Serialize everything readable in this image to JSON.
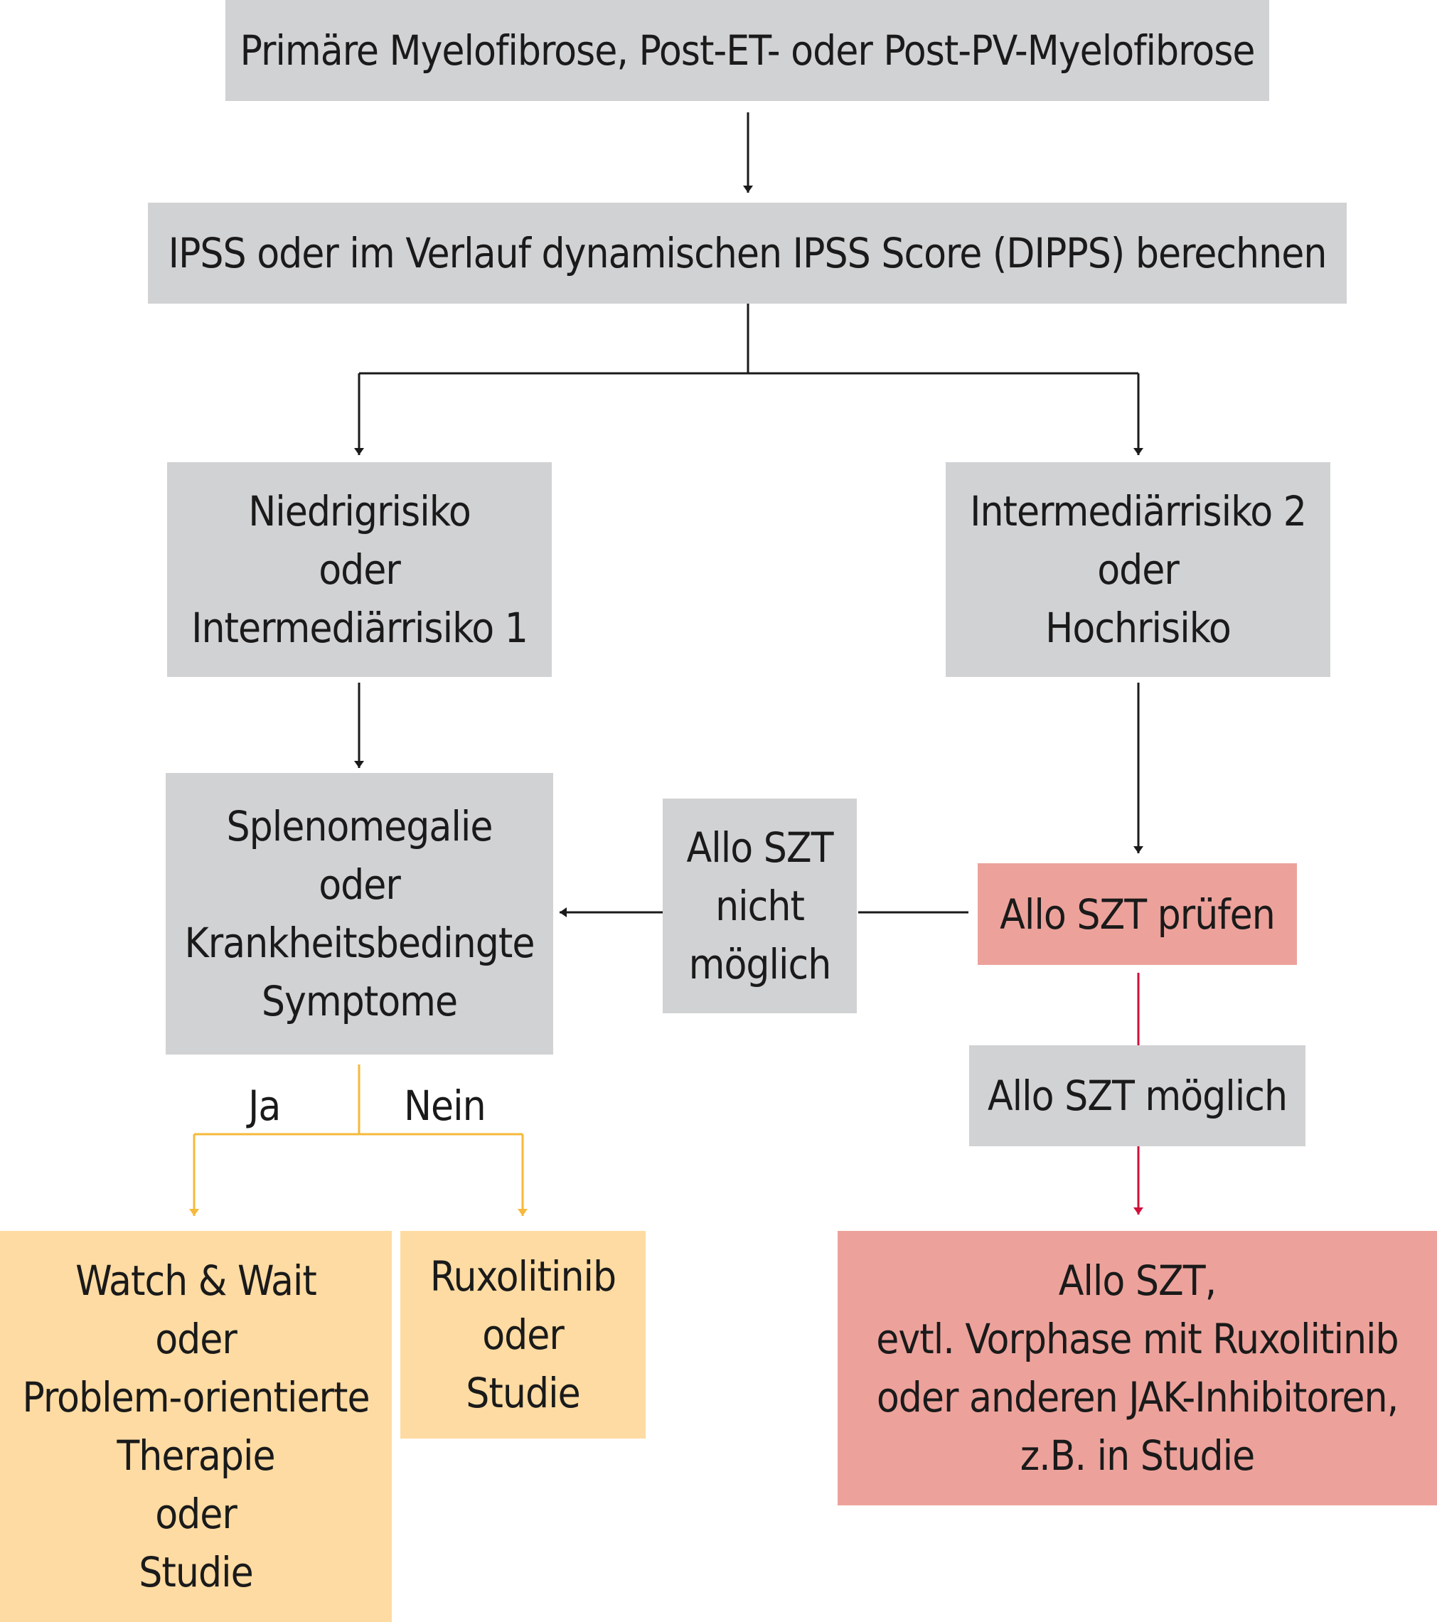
{
  "boxes": {
    "start": "Primäre Myelofibrose, Post-ET- oder Post-PV-Myelofibrose",
    "score": "IPSS oder im Verlauf dynamischen IPSS Score (DIPPS) berechnen",
    "low_risk": [
      "Niedrigrisiko",
      "oder",
      "Intermediärrisiko 1"
    ],
    "high_risk": [
      "Intermediärrisiko 2",
      "oder",
      "Hochrisiko"
    ],
    "symptoms": [
      "Splenomegalie",
      "oder",
      "Krankheitsbedingte",
      "Symptome"
    ],
    "allo_not_possible": [
      "Allo SZT",
      "nicht",
      "möglich"
    ],
    "allo_check": "Allo SZT prüfen",
    "allo_possible": "Allo SZT möglich",
    "watch_wait": [
      "Watch & Wait",
      "oder",
      "Problem-orientierte",
      "Therapie",
      "oder",
      "Studie"
    ],
    "ruxolitinib": [
      "Ruxolitinib",
      "oder",
      "Studie"
    ],
    "allo_szt": [
      "Allo SZT,",
      "evtl. Vorphase mit Ruxolitinib",
      "oder anderen JAK-Inhibitoren,",
      "z.B. in Studie"
    ]
  },
  "branch_labels": {
    "yes": "Ja",
    "no": "Nein"
  },
  "colors": {
    "gray": "#d1d2d4",
    "red": "#eca29b",
    "yellow": "#fedba2",
    "arrow_black": "#1a1a1a",
    "arrow_yellow": "#f6b93b",
    "arrow_red": "#d0103a"
  }
}
